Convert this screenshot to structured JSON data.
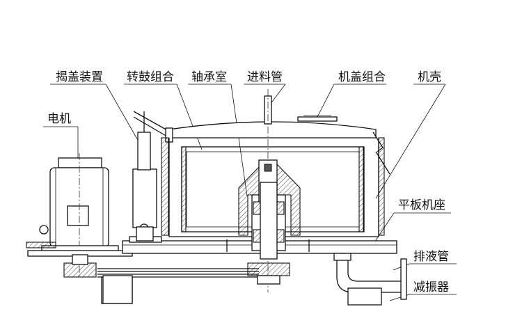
{
  "labels": {
    "lid_lifter": "揭盖装置",
    "drum_assembly": "转鼓组合",
    "bearing_housing": "轴承室",
    "feed_pipe": "进料管",
    "cover_assembly": "机盖组合",
    "casing": "机壳",
    "motor": "电机",
    "base_plate": "平板机座",
    "drain_pipe": "排液管",
    "damper": "减振器"
  },
  "colors": {
    "line": "#111111",
    "background": "#ffffff"
  }
}
